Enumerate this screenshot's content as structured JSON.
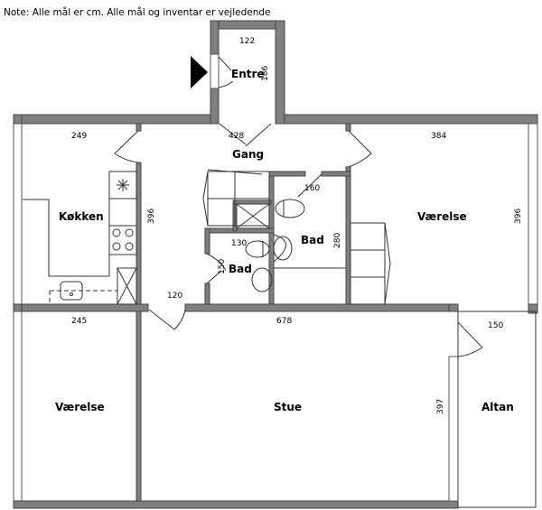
{
  "note": "Note: Alle mål er cm. Alle mål og inventar er vejledende",
  "rooms": {
    "entre": "Entre",
    "gang": "Gang",
    "kokken": "Køkken",
    "vaerelse_right": "Værelse",
    "bad_large": "Bad",
    "bad_small": "Bad",
    "vaerelse_left": "Værelse",
    "stue": "Stue",
    "altan": "Altan"
  },
  "dimensions": {
    "entre_w": "122",
    "entre_h": "186",
    "gang_w": "428",
    "kokken_w": "249",
    "kokken_h": "396",
    "vaerelse_right_w": "384",
    "vaerelse_right_h": "396",
    "bad_large_w": "160",
    "bad_large_h": "280",
    "bad_small_w": "130",
    "bad_small_h": "150",
    "gang_door": "120",
    "vaerelse_left_w": "245",
    "stue_w": "678",
    "stue_h": "397",
    "altan_w": "150"
  }
}
